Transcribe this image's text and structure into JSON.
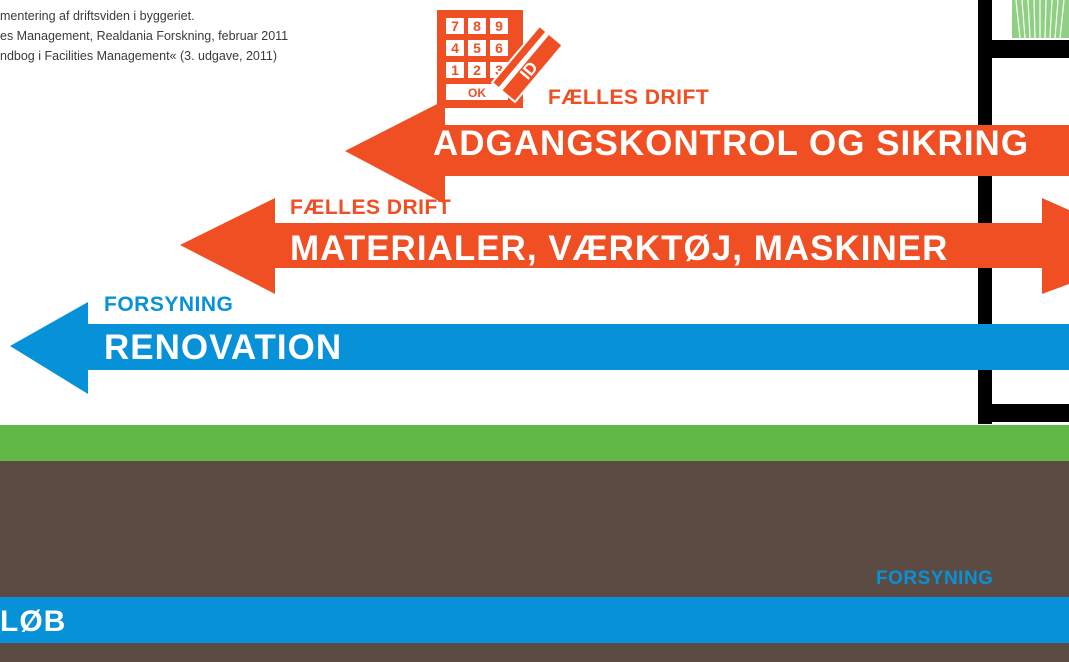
{
  "references": [
    "mentering af driftsviden i byggeriet.",
    "es Management, Realdania Forskning, februar 2011",
    "ndbog i Facilities Management« (3. udgave, 2011)"
  ],
  "keypad": {
    "keys": [
      "7",
      "8",
      "9",
      "4",
      "5",
      "6",
      "1",
      "2",
      "3"
    ],
    "ok_label": "OK",
    "card_label": "ID"
  },
  "arrows": [
    {
      "category": "FÆLLES DRIFT",
      "title": "ADGANGSKONTROL OG SIKRING",
      "color": "#f04e23"
    },
    {
      "category": "FÆLLES DRIFT",
      "title": "MATERIALER, VÆRKTØJ, MASKINER",
      "color": "#f04e23"
    },
    {
      "category": "FORSYNING",
      "title": "RENOVATION",
      "color": "#0791d8"
    }
  ],
  "ground": {
    "category": "FORSYNING",
    "pipe_label": "LØB",
    "grass_color": "#62b846",
    "soil_color": "#5b4b42",
    "pipe_color": "#0791d8"
  }
}
